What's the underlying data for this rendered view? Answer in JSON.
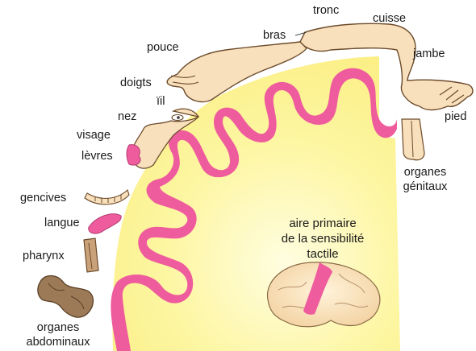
{
  "diagram": {
    "body_part_labels": {
      "tronc": "tronc",
      "cuisse": "cuisse",
      "bras": "bras",
      "pouce": "pouce",
      "jambe": "jambe",
      "doigts": "doigts",
      "oeil": "ïil",
      "nez": "nez",
      "pied": "pied",
      "visage": "visage",
      "levres": "lèvres",
      "organes_genitaux_1": "organes",
      "organes_genitaux_2": "génitaux",
      "gencives": "gencives",
      "langue": "langue",
      "pharynx": "pharynx",
      "organes_abdominaux_1": "organes",
      "organes_abdominaux_2": "abdominaux"
    },
    "area_caption": {
      "line1": "aire primaire",
      "line2": "de la sensibilité",
      "line3": "tactile"
    }
  },
  "colors": {
    "cortex_pink": "#ee5c9d",
    "white_matter_yellow": "#fdf6a2",
    "skin": "#f9e0bd",
    "skin_outline": "#6b4a2a",
    "brain_mini": "#fbe6c0",
    "abdominal_brown": "#9c7a57",
    "tongue_pink": "#ee5c9d"
  }
}
